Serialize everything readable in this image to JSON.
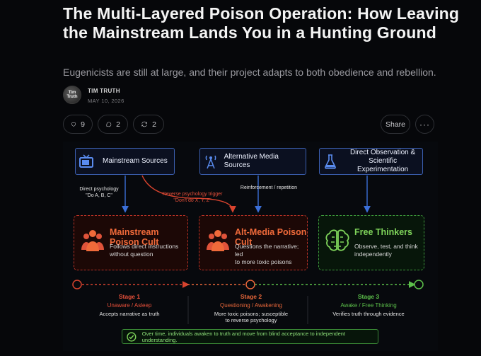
{
  "post": {
    "title": "The Multi-Layered Poison Operation: How Leaving the Mainstream Lands You in a Hunting Ground",
    "subtitle": "Eugenicists are still at large, and their project adapts to both obedience and rebellion.",
    "avatar_text": "Tim Truth",
    "author": "TIM TRUTH",
    "date": "MAY 10, 2026"
  },
  "actions": {
    "likes": "9",
    "comments": "2",
    "restacks": "2",
    "share_label": "Share",
    "more_label": "···"
  },
  "diagram": {
    "sources": [
      {
        "label": "Mainstream Sources",
        "icon": "tv-icon"
      },
      {
        "label": "Alternative Media Sources",
        "icon": "antenna-icon"
      },
      {
        "label": "Direct Observation & Scientific Experimentation",
        "line1": "Direct Observation &",
        "line2": "Scientific Experimentation",
        "icon": "flask-icon"
      }
    ],
    "arrow_labels": {
      "direct1": "Direct psychology",
      "direct2": "\"Do A, B, C\"",
      "reverse1": "Reverse psychology trigger",
      "reverse2": "\"Don't do X, Y, Z\"",
      "reinforce": "Reinforcement / repetition"
    },
    "groups": [
      {
        "title": "Mainstream Poison Cult",
        "line1": "Follows direct instructions",
        "line2": "without question",
        "icon": "people-icon"
      },
      {
        "title": "Alt-Media Poison Cult",
        "line1": "Questions the narrative; led",
        "line2": "to more toxic poisons",
        "icon": "people-icon"
      },
      {
        "title": "Free Thinkers",
        "line1": "Observe, test, and think",
        "line2": "independently",
        "icon": "brain-icon"
      }
    ],
    "stages": [
      {
        "title": "Stage 1",
        "state": "Unaware / Asleep",
        "desc1": "Accepts narrative as truth",
        "desc2": ""
      },
      {
        "title": "Stage 2",
        "state": "Questioning / Awakening",
        "desc1": "More toxic poisons; susceptible",
        "desc2": "to reverse psychology"
      },
      {
        "title": "Stage 3",
        "state": "Awake / Free Thinking",
        "desc1": "Verifies truth through evidence",
        "desc2": ""
      }
    ],
    "banner": "Over time, individuals awaken to truth and move from blind acceptance to independent understanding.",
    "colors": {
      "blue": "#3b6fd8",
      "red": "#d8432e",
      "orange": "#e8673a",
      "green": "#5cc04a"
    }
  }
}
